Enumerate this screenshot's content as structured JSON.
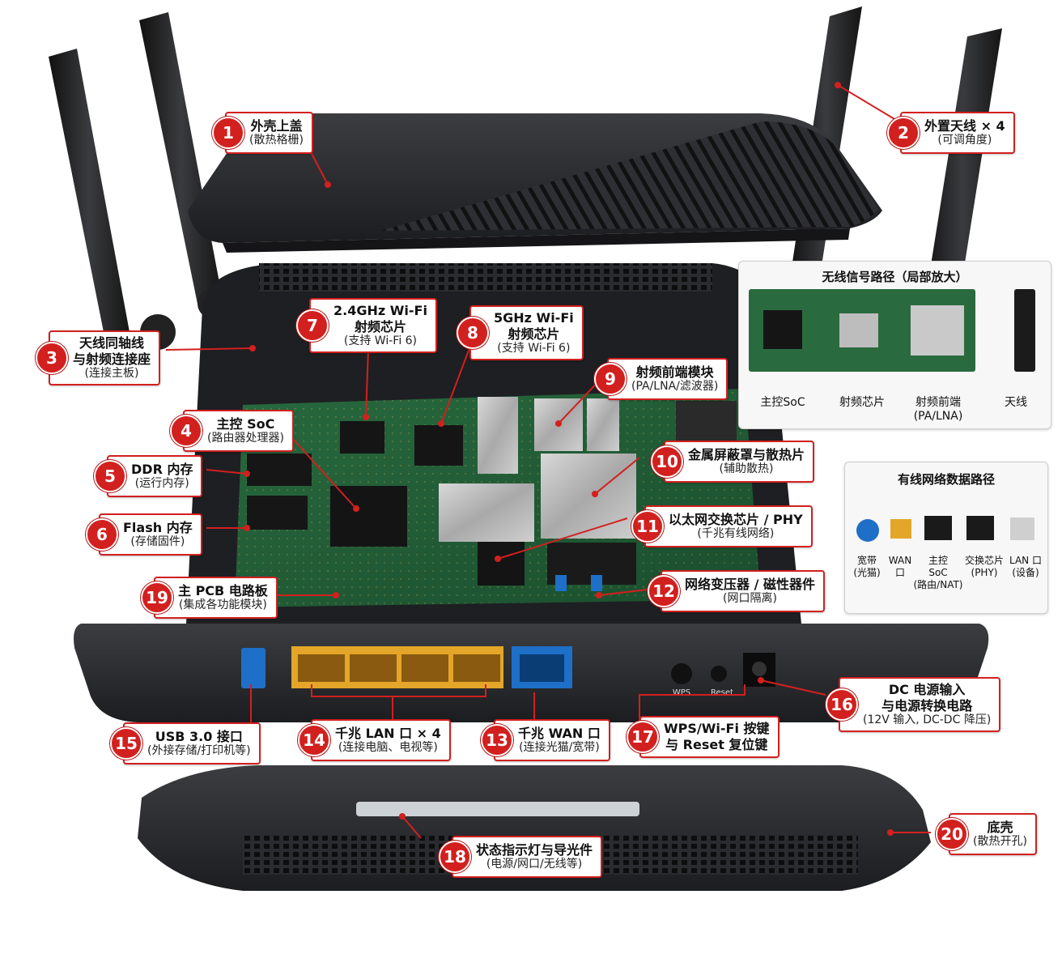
{
  "callouts": [
    {
      "id": 1,
      "title": "外壳上盖",
      "sub": "(散热格栅)"
    },
    {
      "id": 2,
      "title": "外置天线 × 4",
      "sub": "(可调角度)"
    },
    {
      "id": 3,
      "title": "天线同轴线\n与射频连接座",
      "sub": "(连接主板)"
    },
    {
      "id": 4,
      "title": "主控 SoC",
      "sub": "(路由器处理器)"
    },
    {
      "id": 5,
      "title": "DDR 内存",
      "sub": "(运行内存)"
    },
    {
      "id": 6,
      "title": "Flash 内存",
      "sub": "(存储固件)"
    },
    {
      "id": 7,
      "title": "2.4GHz Wi-Fi\n射频芯片",
      "sub": "(支持 Wi-Fi 6)"
    },
    {
      "id": 8,
      "title": "5GHz Wi-Fi\n射频芯片",
      "sub": "(支持 Wi-Fi 6)"
    },
    {
      "id": 9,
      "title": "射频前端模块",
      "sub": "(PA/LNA/滤波器)"
    },
    {
      "id": 10,
      "title": "金属屏蔽罩与散热片",
      "sub": "(辅助散热)"
    },
    {
      "id": 11,
      "title": "以太网交换芯片 / PHY",
      "sub": "(千兆有线网络)"
    },
    {
      "id": 12,
      "title": "网络变压器 / 磁性器件",
      "sub": "(网口隔离)"
    },
    {
      "id": 13,
      "title": "千兆 WAN 口",
      "sub": "(连接光猫/宽带)"
    },
    {
      "id": 14,
      "title": "千兆 LAN 口 × 4",
      "sub": "(连接电脑、电视等)"
    },
    {
      "id": 15,
      "title": "USB 3.0 接口",
      "sub": "(外接存储/打印机等)"
    },
    {
      "id": 16,
      "title": "DC 电源输入\n与电源转换电路",
      "sub": "(12V 输入, DC-DC 降压)"
    },
    {
      "id": 17,
      "title": "WPS/Wi-Fi 按键\n与 Reset 复位键",
      "sub": ""
    },
    {
      "id": 18,
      "title": "状态指示灯与导光件",
      "sub": "(电源/网口/无线等)"
    },
    {
      "id": 19,
      "title": "主 PCB 电路板",
      "sub": "(集成各功能模块)"
    },
    {
      "id": 20,
      "title": "底壳",
      "sub": "(散热开孔)"
    }
  ],
  "wireless_panel": {
    "title": "无线信号路径（局部放大）",
    "labels": [
      "主控SoC",
      "射频芯片",
      "射频前端\n(PA/LNA)",
      "天线"
    ]
  },
  "wired_panel": {
    "title": "有线网络数据路径",
    "labels": [
      "宽带\n(光猫)",
      "WAN\n口",
      "主控\nSoC\n(路由/NAT)",
      "交换芯片\n(PHY)",
      "LAN 口\n(设备)"
    ]
  },
  "port_labels": {
    "wps": "WPS",
    "reset": "Reset"
  },
  "colors": {
    "accent": "#d2201f",
    "pcb": "#1f5a34",
    "lan": "#e3a628",
    "wan": "#1e6fc8",
    "case": "#2a2b2e"
  }
}
